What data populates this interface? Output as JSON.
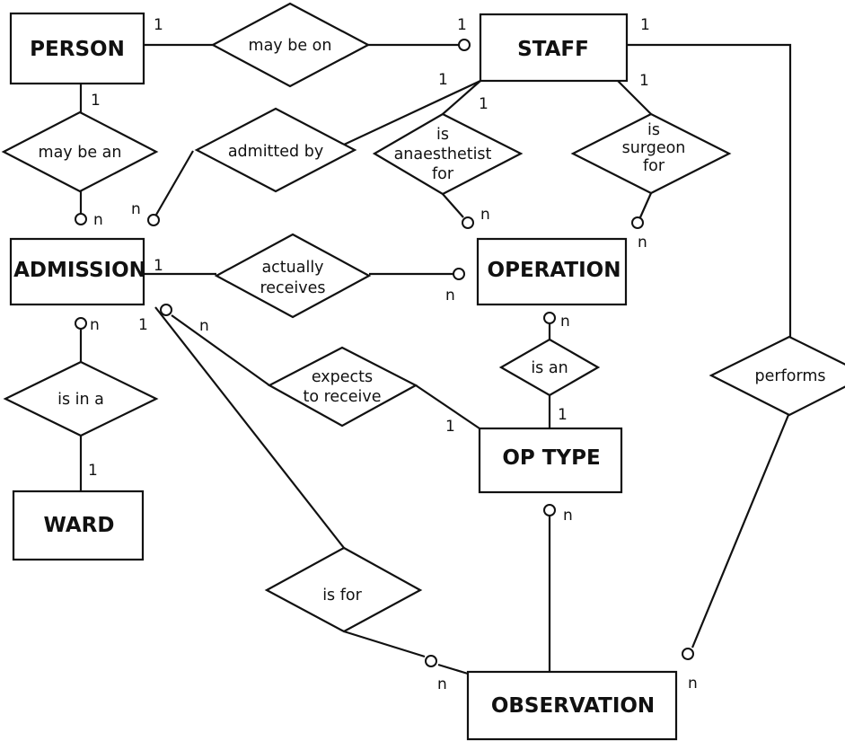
{
  "entities": {
    "person": "PERSON",
    "staff": "STAFF",
    "admission": "ADMISSION",
    "operation": "OPERATION",
    "op_type": "OP TYPE",
    "ward": "WARD",
    "observation": "OBSERVATION"
  },
  "relationships": {
    "may_be_on": [
      "may be on"
    ],
    "may_be_an": [
      "may be an"
    ],
    "admitted_by": [
      "admitted by"
    ],
    "is_anaesthetist_for": [
      "is",
      "anaesthetist",
      "for"
    ],
    "is_surgeon_for": [
      "is",
      "surgeon",
      "for"
    ],
    "actually_receives": [
      "actually",
      "receives"
    ],
    "is_an": [
      "is an"
    ],
    "expects_to_receive": [
      "expects",
      "to receive"
    ],
    "is_in_a": [
      "is in a"
    ],
    "performs": [
      "performs"
    ],
    "is_for": [
      "is for"
    ]
  },
  "cardinality": {
    "person_may_be_on": "1",
    "staff_may_be_on": "1",
    "person_may_be_an": "1",
    "admission_may_be_an": "n",
    "admission_admitted_by": "n",
    "staff_admitted_by": "1",
    "staff_anaesthetist": "1",
    "operation_anaesthetist": "n",
    "staff_surgeon": "1",
    "operation_surgeon": "n",
    "admission_actually_receives": "1",
    "operation_actually_receives": "n",
    "operation_is_an": "n",
    "optype_is_an": "1",
    "admission_expects": "n",
    "optype_expects": "1",
    "admission_is_in_a": "n",
    "ward_is_in_a": "1",
    "staff_performs": "1",
    "observation_performs": "n",
    "admission_is_for": "1",
    "observation_is_for": "n",
    "optype_observation": "n"
  }
}
